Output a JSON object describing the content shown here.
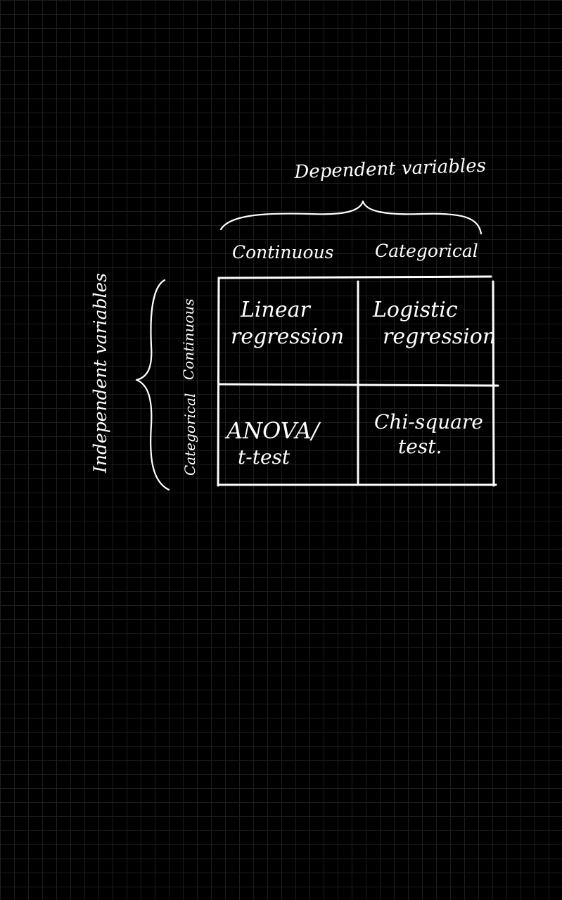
{
  "canvas": {
    "background": "#000000",
    "grid_color": "#1d1d1d",
    "ink_color": "#ffffff"
  },
  "headers": {
    "dependent": "Dependent variables",
    "independent": "Independent variables",
    "col_continuous": "Continuous",
    "col_categorical": "Categorical",
    "row_continuous": "Continuous",
    "row_categorical": "Categorical"
  },
  "cells": {
    "continuous_continuous": [
      "Linear",
      "regression"
    ],
    "continuous_categorical": [
      "Logistic",
      "regression"
    ],
    "categorical_continuous": [
      "ANOVA/",
      "t-test"
    ],
    "categorical_categorical": [
      "Chi-square",
      "test."
    ]
  }
}
